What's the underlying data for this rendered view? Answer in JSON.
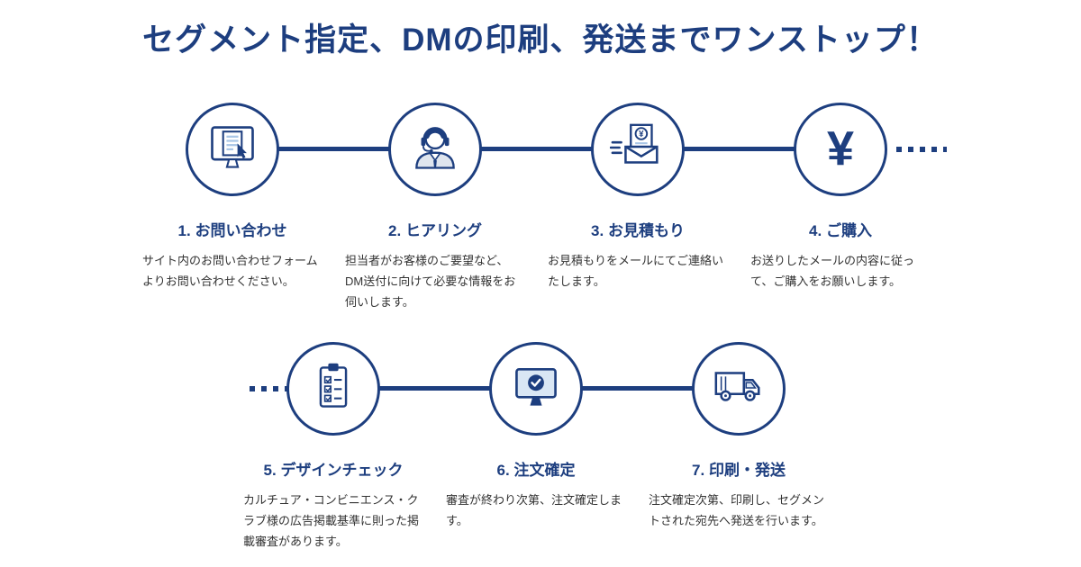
{
  "title": "セグメント指定、DMの印刷、発送までワンストップ！",
  "colors": {
    "primary": "#1d3e7f",
    "light_fill": "#d9e6f4",
    "text": "#333333",
    "background": "#ffffff"
  },
  "yen_symbol": "¥",
  "steps": [
    {
      "label": "1. お問い合わせ",
      "description": "サイト内のお問い合わせフォームよりお問い合わせください。",
      "icon": "monitor-inquiry-icon"
    },
    {
      "label": "2. ヒアリング",
      "description": "担当者がお客様のご要望など、DM送付に向けて必要な情報をお伺いします。",
      "icon": "operator-headset-icon"
    },
    {
      "label": "3. お見積もり",
      "description": "お見積もりをメールにてご連絡いたします。",
      "icon": "quote-mail-icon"
    },
    {
      "label": "4. ご購入",
      "description": "お送りしたメールの内容に従って、ご購入をお願いします。",
      "icon": "yen-icon"
    },
    {
      "label": "5. デザインチェック",
      "description": "カルチュア・コンビニエンス・クラブ様の広告掲載基準に則った掲載審査があります。",
      "icon": "checklist-clipboard-icon"
    },
    {
      "label": "6. 注文確定",
      "description": "審査が終わり次第、注文確定します。",
      "icon": "order-confirm-monitor-icon"
    },
    {
      "label": "7. 印刷・発送",
      "description": "注文確定次第、印刷し、セグメントされた宛先へ発送を行います。",
      "icon": "delivery-truck-icon"
    }
  ]
}
